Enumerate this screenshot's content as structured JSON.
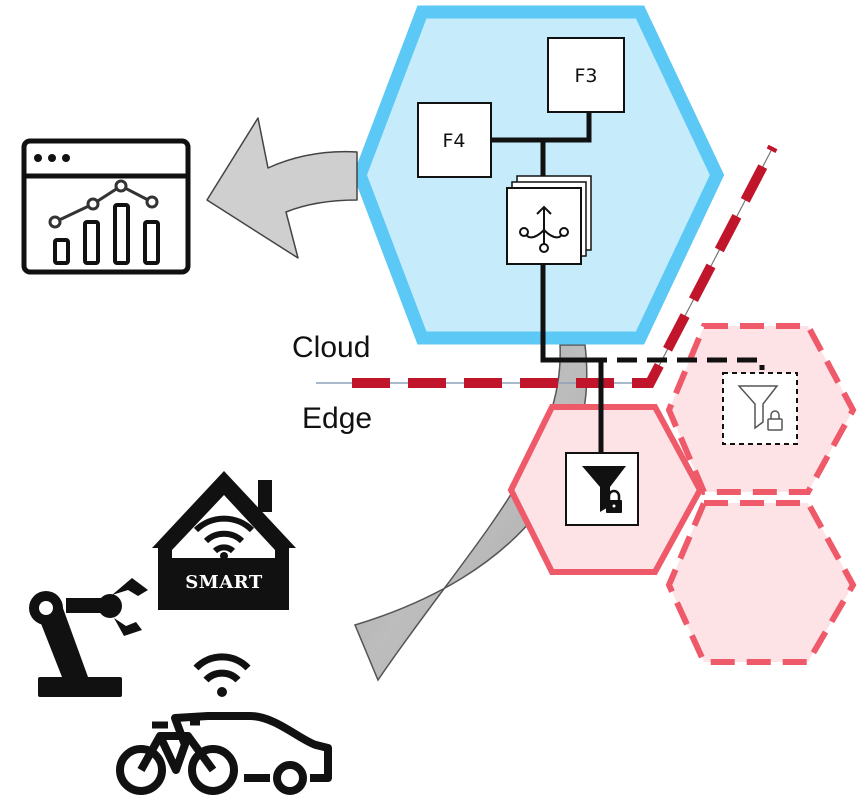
{
  "regions": {
    "cloud_label": "Cloud",
    "edge_label": "Edge"
  },
  "functions": {
    "f3_label": "F3",
    "f4_label": "F4"
  },
  "devices": {
    "smart_home_label": "SMART"
  },
  "colors": {
    "cloud_hex_fill": "#c6ecfb",
    "cloud_hex_stroke": "#5bc8f5",
    "edge_hex_fill": "#fde3e6",
    "edge_hex_stroke": "#ee5a6a",
    "boundary_dash": "#c0152a",
    "flow_arrow_fill": "#cccccc",
    "edge_arrow_fill": "#b3b3b3"
  },
  "icons": [
    "dashboard-chart-icon",
    "broadcast-share-icon",
    "locked-filter-icon",
    "locked-filter-outline-icon",
    "smart-home-wifi-icon",
    "robot-arm-icon",
    "wifi-icon",
    "bicycle-icon",
    "car-icon"
  ]
}
